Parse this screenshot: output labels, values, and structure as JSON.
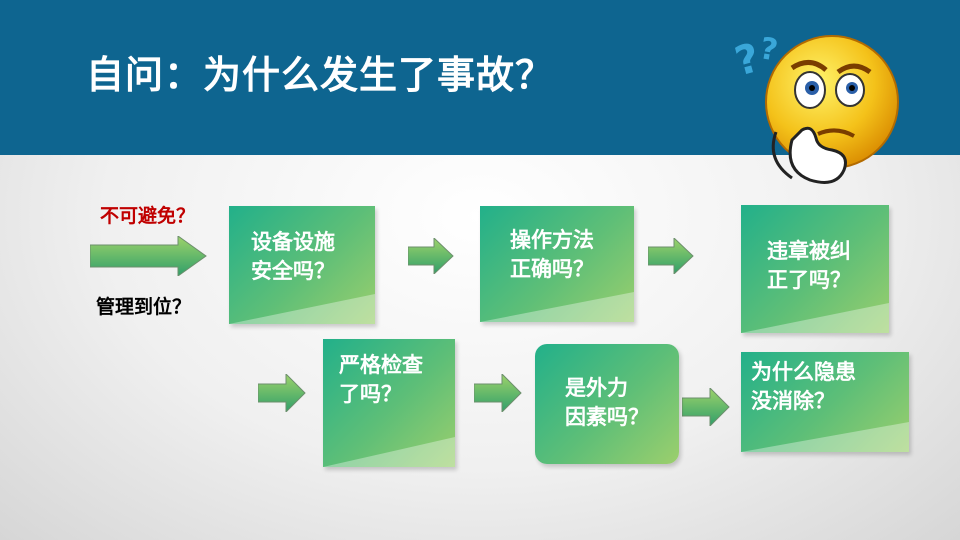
{
  "title": "自问：为什么发生了事故？",
  "left_labels": {
    "unavoidable": "不可避免？",
    "management": "管理到位？"
  },
  "cards": [
    {
      "line1": "设备设施",
      "line2": "安全吗？"
    },
    {
      "line1": "操作方法",
      "line2": "正确吗？"
    },
    {
      "line1": "违章被纠",
      "line2": "正了吗？"
    },
    {
      "line1": "严格检查",
      "line2": "了吗？"
    },
    {
      "line1": "是外力",
      "line2": "因素吗？"
    },
    {
      "line1": "为什么隐患",
      "line2": "没消除？"
    }
  ],
  "colors": {
    "header": "#0e6590",
    "card_start": "#22b08a",
    "card_end": "#9ccf6d",
    "accent_red": "#c00000"
  }
}
